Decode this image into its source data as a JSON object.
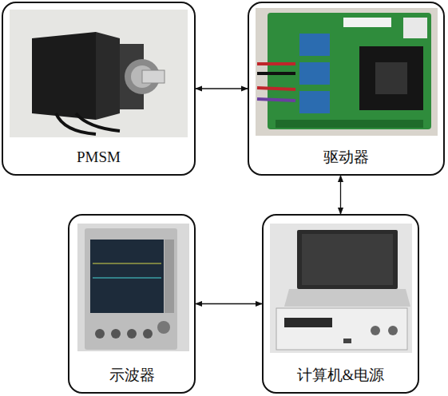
{
  "diagram": {
    "nodes": [
      {
        "text": [
          "PMSM"
        ]
      },
      {
        "text": [
          "驱动器"
        ]
      },
      {
        "text": [
          "示波器"
        ]
      },
      {
        "text": [
          "计算机&电源"
        ]
      }
    ],
    "edges": [
      {
        "from": 0,
        "to": 1,
        "arrow": "both"
      },
      {
        "from": 1,
        "to": 3,
        "arrow": "both"
      },
      {
        "from": 3,
        "to": 2,
        "arrow": "both"
      }
    ]
  }
}
